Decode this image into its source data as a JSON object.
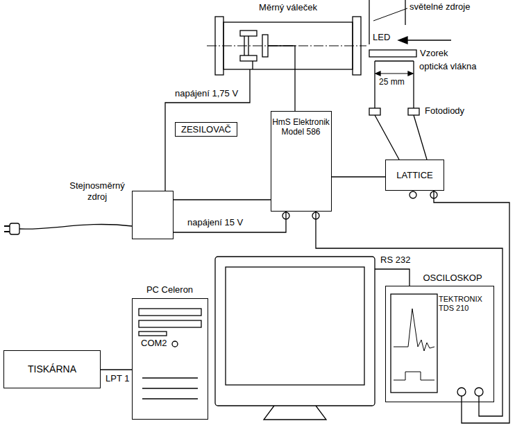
{
  "diagram": {
    "nodes": [
      {
        "text": [
          "Měrný váleček"
        ]
      },
      {
        "text": [
          "ZESILOVAČ"
        ]
      },
      {
        "text": [
          "HmS Elektronik Model 586"
        ]
      },
      {
        "text": [
          "LATTICE"
        ]
      },
      {
        "text": [
          "Stejnosměrný zdroj"
        ]
      },
      {
        "text": [
          "PC Celeron",
          "COM2"
        ]
      },
      {
        "text": [
          "OSCILOSKOP",
          "TEKTRONIX TDS 210"
        ]
      },
      {
        "text": [
          "TISKÁRNA"
        ]
      }
    ],
    "edges": [
      {
        "from": 2,
        "to": 0,
        "arrow": "none"
      },
      {
        "from": 4,
        "to": 0,
        "label": "napájení 1,75 V",
        "arrow": "none"
      },
      {
        "from": 4,
        "to": 2,
        "arrow": "none"
      },
      {
        "from": 4,
        "to": 2,
        "label": "napájení 15 V",
        "arrow": "none"
      },
      {
        "from": 2,
        "to": 3,
        "arrow": "none"
      },
      {
        "from": 2,
        "to": 6,
        "arrow": "none"
      },
      {
        "from": 3,
        "to": 6,
        "arrow": "none"
      },
      {
        "from": 5,
        "to": 7,
        "label": "LPT 1",
        "arrow": "none"
      }
    ],
    "labels": [
      "světelné zdroje",
      "LED",
      "Vzorek",
      "optická vlákna",
      "25 mm",
      "Fotodiody",
      "RS 232"
    ]
  }
}
